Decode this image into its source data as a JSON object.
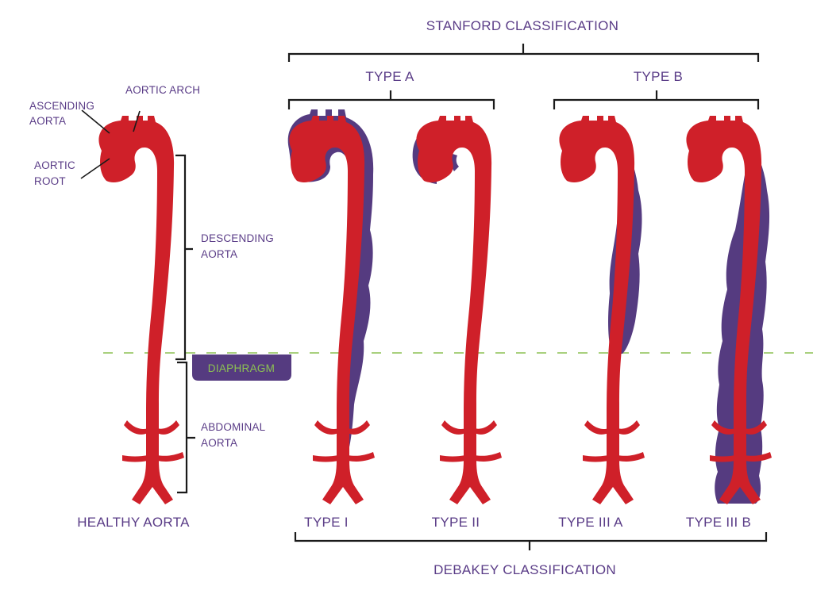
{
  "colors": {
    "aorta": "#cf2029",
    "dissection": "#553b80",
    "label": "#5a3c87",
    "diaphragm_line": "#8cc152",
    "bracket": "#1a1a1a"
  },
  "stanford": {
    "title": "STANFORD CLASSIFICATION",
    "type_a": "TYPE A",
    "type_b": "TYPE B"
  },
  "debakey": {
    "title": "DEBAKEY CLASSIFICATION",
    "types": [
      "TYPE I",
      "TYPE II",
      "TYPE III A",
      "TYPE III B"
    ]
  },
  "healthy": {
    "title": "HEALTHY AORTA",
    "labels": {
      "aortic_arch": "AORTIC ARCH",
      "ascending_1": "ASCENDING",
      "ascending_2": "AORTA",
      "root_1": "AORTIC",
      "root_2": "ROOT",
      "descending_1": "DESCENDING",
      "descending_2": "AORTA",
      "abdominal_1": "ABDOMINAL",
      "abdominal_2": "AORTA"
    }
  },
  "diaphragm": {
    "label": "DIAPHRAGM"
  },
  "dissection_extent": {
    "TYPE I": "ascending aorta, arch, descending and abdominal aorta",
    "TYPE II": "ascending aorta only",
    "TYPE III A": "descending thoracic aorta only (above diaphragm)",
    "TYPE III B": "descending thoracic and abdominal aorta"
  }
}
